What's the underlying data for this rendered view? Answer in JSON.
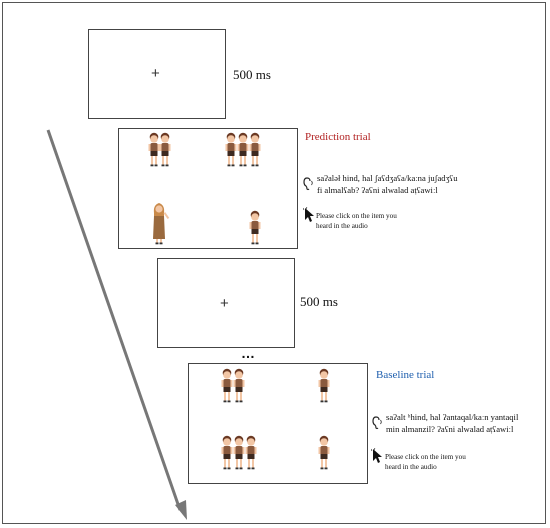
{
  "fixation_1": {
    "symbol": "+",
    "duration": "500 ms"
  },
  "prediction_trial": {
    "label": "Prediction trial",
    "audio_line1": "saʔaləł hind, hal ʃaʕdʒaʕa/kaːna juʃadʒʕu",
    "audio_line2": "fi almalʕab?  ʔaʕni alwalad aṭʕawiːl",
    "instruction_line1": "Please click on the item you",
    "instruction_line2": "heard in the audio"
  },
  "fixation_2": {
    "symbol": "+",
    "duration": "500 ms"
  },
  "ellipsis": "…",
  "baseline_trial": {
    "label": "Baseline trial",
    "audio_line1": "saʔalt ʰhind, hal ʔantaqal/kaːn yantaqil",
    "audio_line2": "min almanzil? ʔaʕni alwalad aṭʕawiːl",
    "instruction_line1": "Please click on the item you",
    "instruction_line2": "heard in the audio"
  },
  "icons": [
    "ear-icon",
    "mouse-cursor-icon",
    "boy-figure",
    "girl-figure",
    "timeline-arrow"
  ]
}
